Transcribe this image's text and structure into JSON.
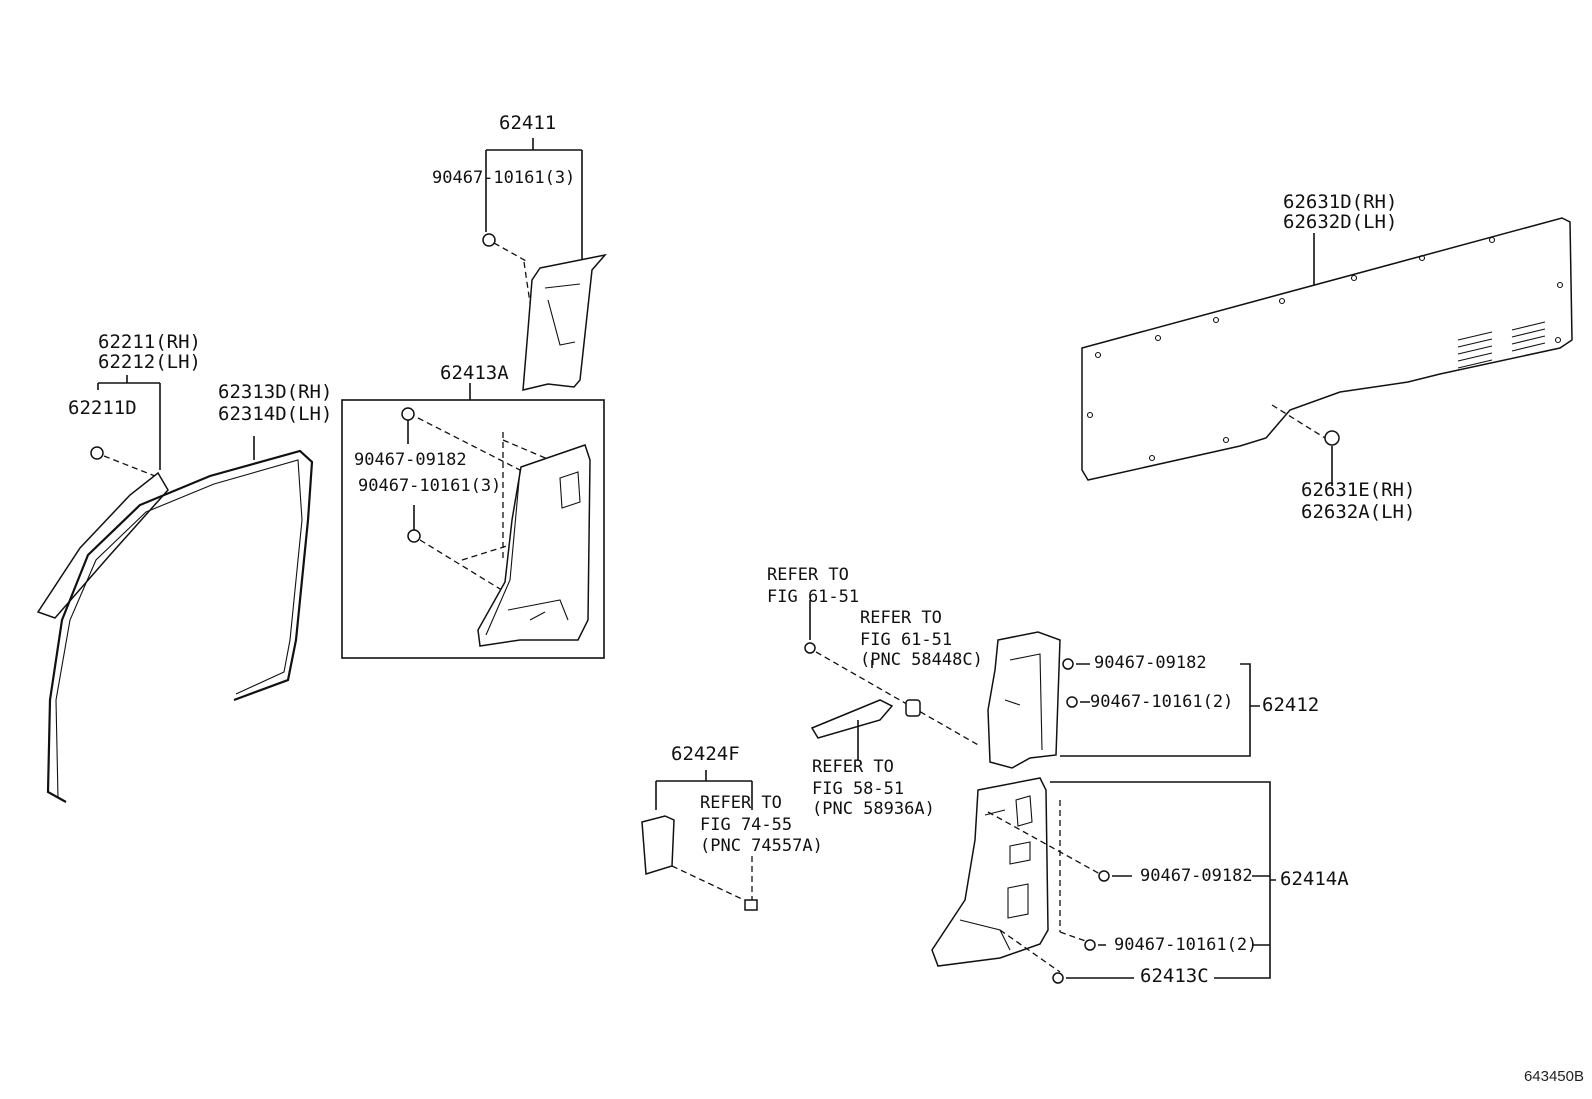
{
  "labels": {
    "p62411": "62411",
    "p62411_clip": "90467-10161(3)",
    "p62211": "62211(RH)",
    "p62212": "62212(LH)",
    "p62211d": "62211D",
    "p62313d": "62313D(RH)",
    "p62314d": "62314D(LH)",
    "p62413a": "62413A",
    "box_clip1": "90467-09182",
    "box_clip2": "90467-10161(3)",
    "p62631d": "62631D(RH)",
    "p62632d": "62632D(LH)",
    "p62631e": "62631E(RH)",
    "p62632a": "62632A(LH)",
    "ref1_a": "REFER TO",
    "ref1_b": "FIG 61-51",
    "ref2_a": "REFER TO",
    "ref2_b": "FIG 61-51",
    "ref2_c": "(PNC 58448C)",
    "ref3_a": "REFER TO",
    "ref3_b": "FIG 58-51",
    "ref3_c": "(PNC 58936A)",
    "p62424f": "62424F",
    "ref4_a": "REFER TO",
    "ref4_b": "FIG 74-55",
    "ref4_c": "(PNC 74557A)",
    "p62412_clip1": "90467-09182",
    "p62412_clip2": "90467-10161(2)",
    "p62412": "62412",
    "p62414a_clip1": "90467-09182",
    "p62414a": "62414A",
    "p62414a_clip2": "90467-10161(2)",
    "p62413c": "62413C"
  },
  "diagram_code": "643450B"
}
